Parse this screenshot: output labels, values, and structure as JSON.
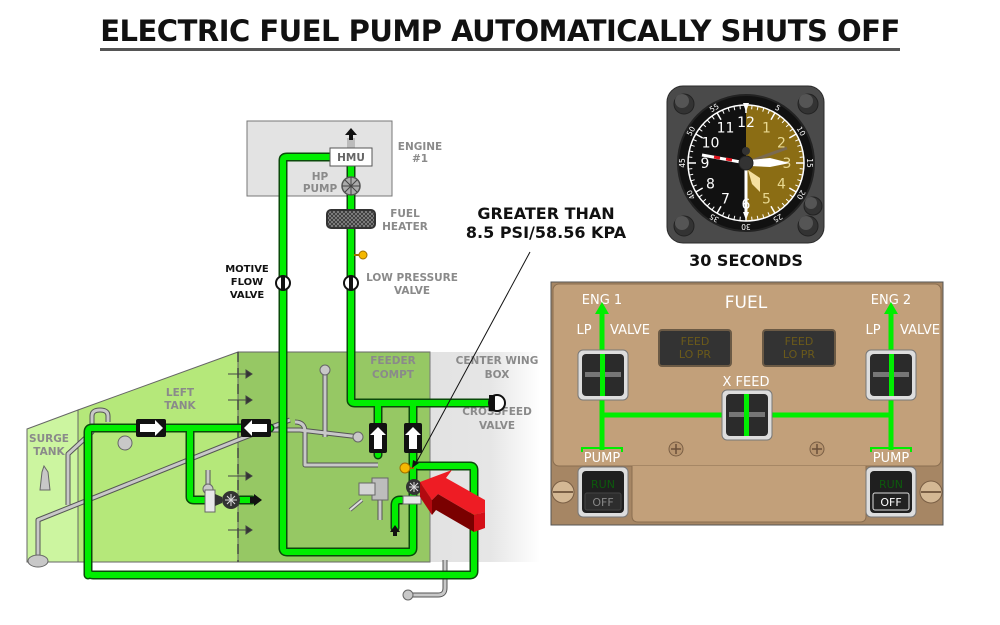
{
  "title": "ELECTRIC FUEL PUMP AUTOMATICALLY SHUTS OFF",
  "callout": {
    "line1": "GREATER THAN",
    "line2": "8.5 PSI/58.56 KPA"
  },
  "clock": {
    "caption": "30 SECONDS",
    "hour_numerals": [
      "12",
      "1",
      "2",
      "3",
      "4",
      "5",
      "6",
      "7",
      "8",
      "9",
      "10",
      "11"
    ],
    "minute_numerals": [
      "5",
      "10",
      "15",
      "20",
      "25",
      "30",
      "35",
      "40",
      "45",
      "50",
      "55"
    ],
    "elapsed_seconds": 30,
    "colors": {
      "elapsed_fill": "#8b6d14",
      "face": "#111111",
      "bezel": "#4a4a4a"
    }
  },
  "schematic": {
    "engine_label": [
      "ENGINE",
      "#1"
    ],
    "hmu_label": "HMU",
    "hp_pump_label": [
      "HP",
      "PUMP"
    ],
    "fuel_heater_label": [
      "FUEL",
      "HEATER"
    ],
    "motive_flow_valve_label": [
      "MOTIVE",
      "FLOW",
      "VALVE"
    ],
    "low_pressure_valve_label": [
      "LOW PRESSURE",
      "VALVE"
    ],
    "left_tank_label": [
      "LEFT",
      "TANK"
    ],
    "surge_tank_label": [
      "SURGE",
      "TANK"
    ],
    "feeder_compt_label": [
      "FEEDER",
      "COMPT"
    ],
    "center_wing_box_label": [
      "CENTER WING",
      "BOX"
    ],
    "crossfeed_valve_label": [
      "CROSSFEED",
      "VALVE"
    ],
    "colors": {
      "fuel_line": "#00ee00",
      "left_tank": "#b5e87a",
      "surge_tank": "#ccf5a0",
      "feeder": "#96c864",
      "center_box": "#e2e2e2",
      "pointer_arrow": "#e0141e"
    }
  },
  "panel": {
    "title": "FUEL",
    "eng1_label": "ENG 1",
    "eng2_label": "ENG 2",
    "lp_label": "LP",
    "valve_label": "VALVE",
    "xfeed_label": "X FEED",
    "feed_lo_pr_left": [
      "FEED",
      "LO PR"
    ],
    "feed_lo_pr_right": [
      "FEED",
      "LO PR"
    ],
    "pump_left": {
      "label": "PUMP",
      "run": "RUN",
      "off": "OFF",
      "state": "RUN"
    },
    "pump_right": {
      "label": "PUMP",
      "run": "RUN",
      "off": "OFF",
      "state": "OFF"
    },
    "colors": {
      "panel": "#c2a07a",
      "line": "#00ee00"
    }
  }
}
